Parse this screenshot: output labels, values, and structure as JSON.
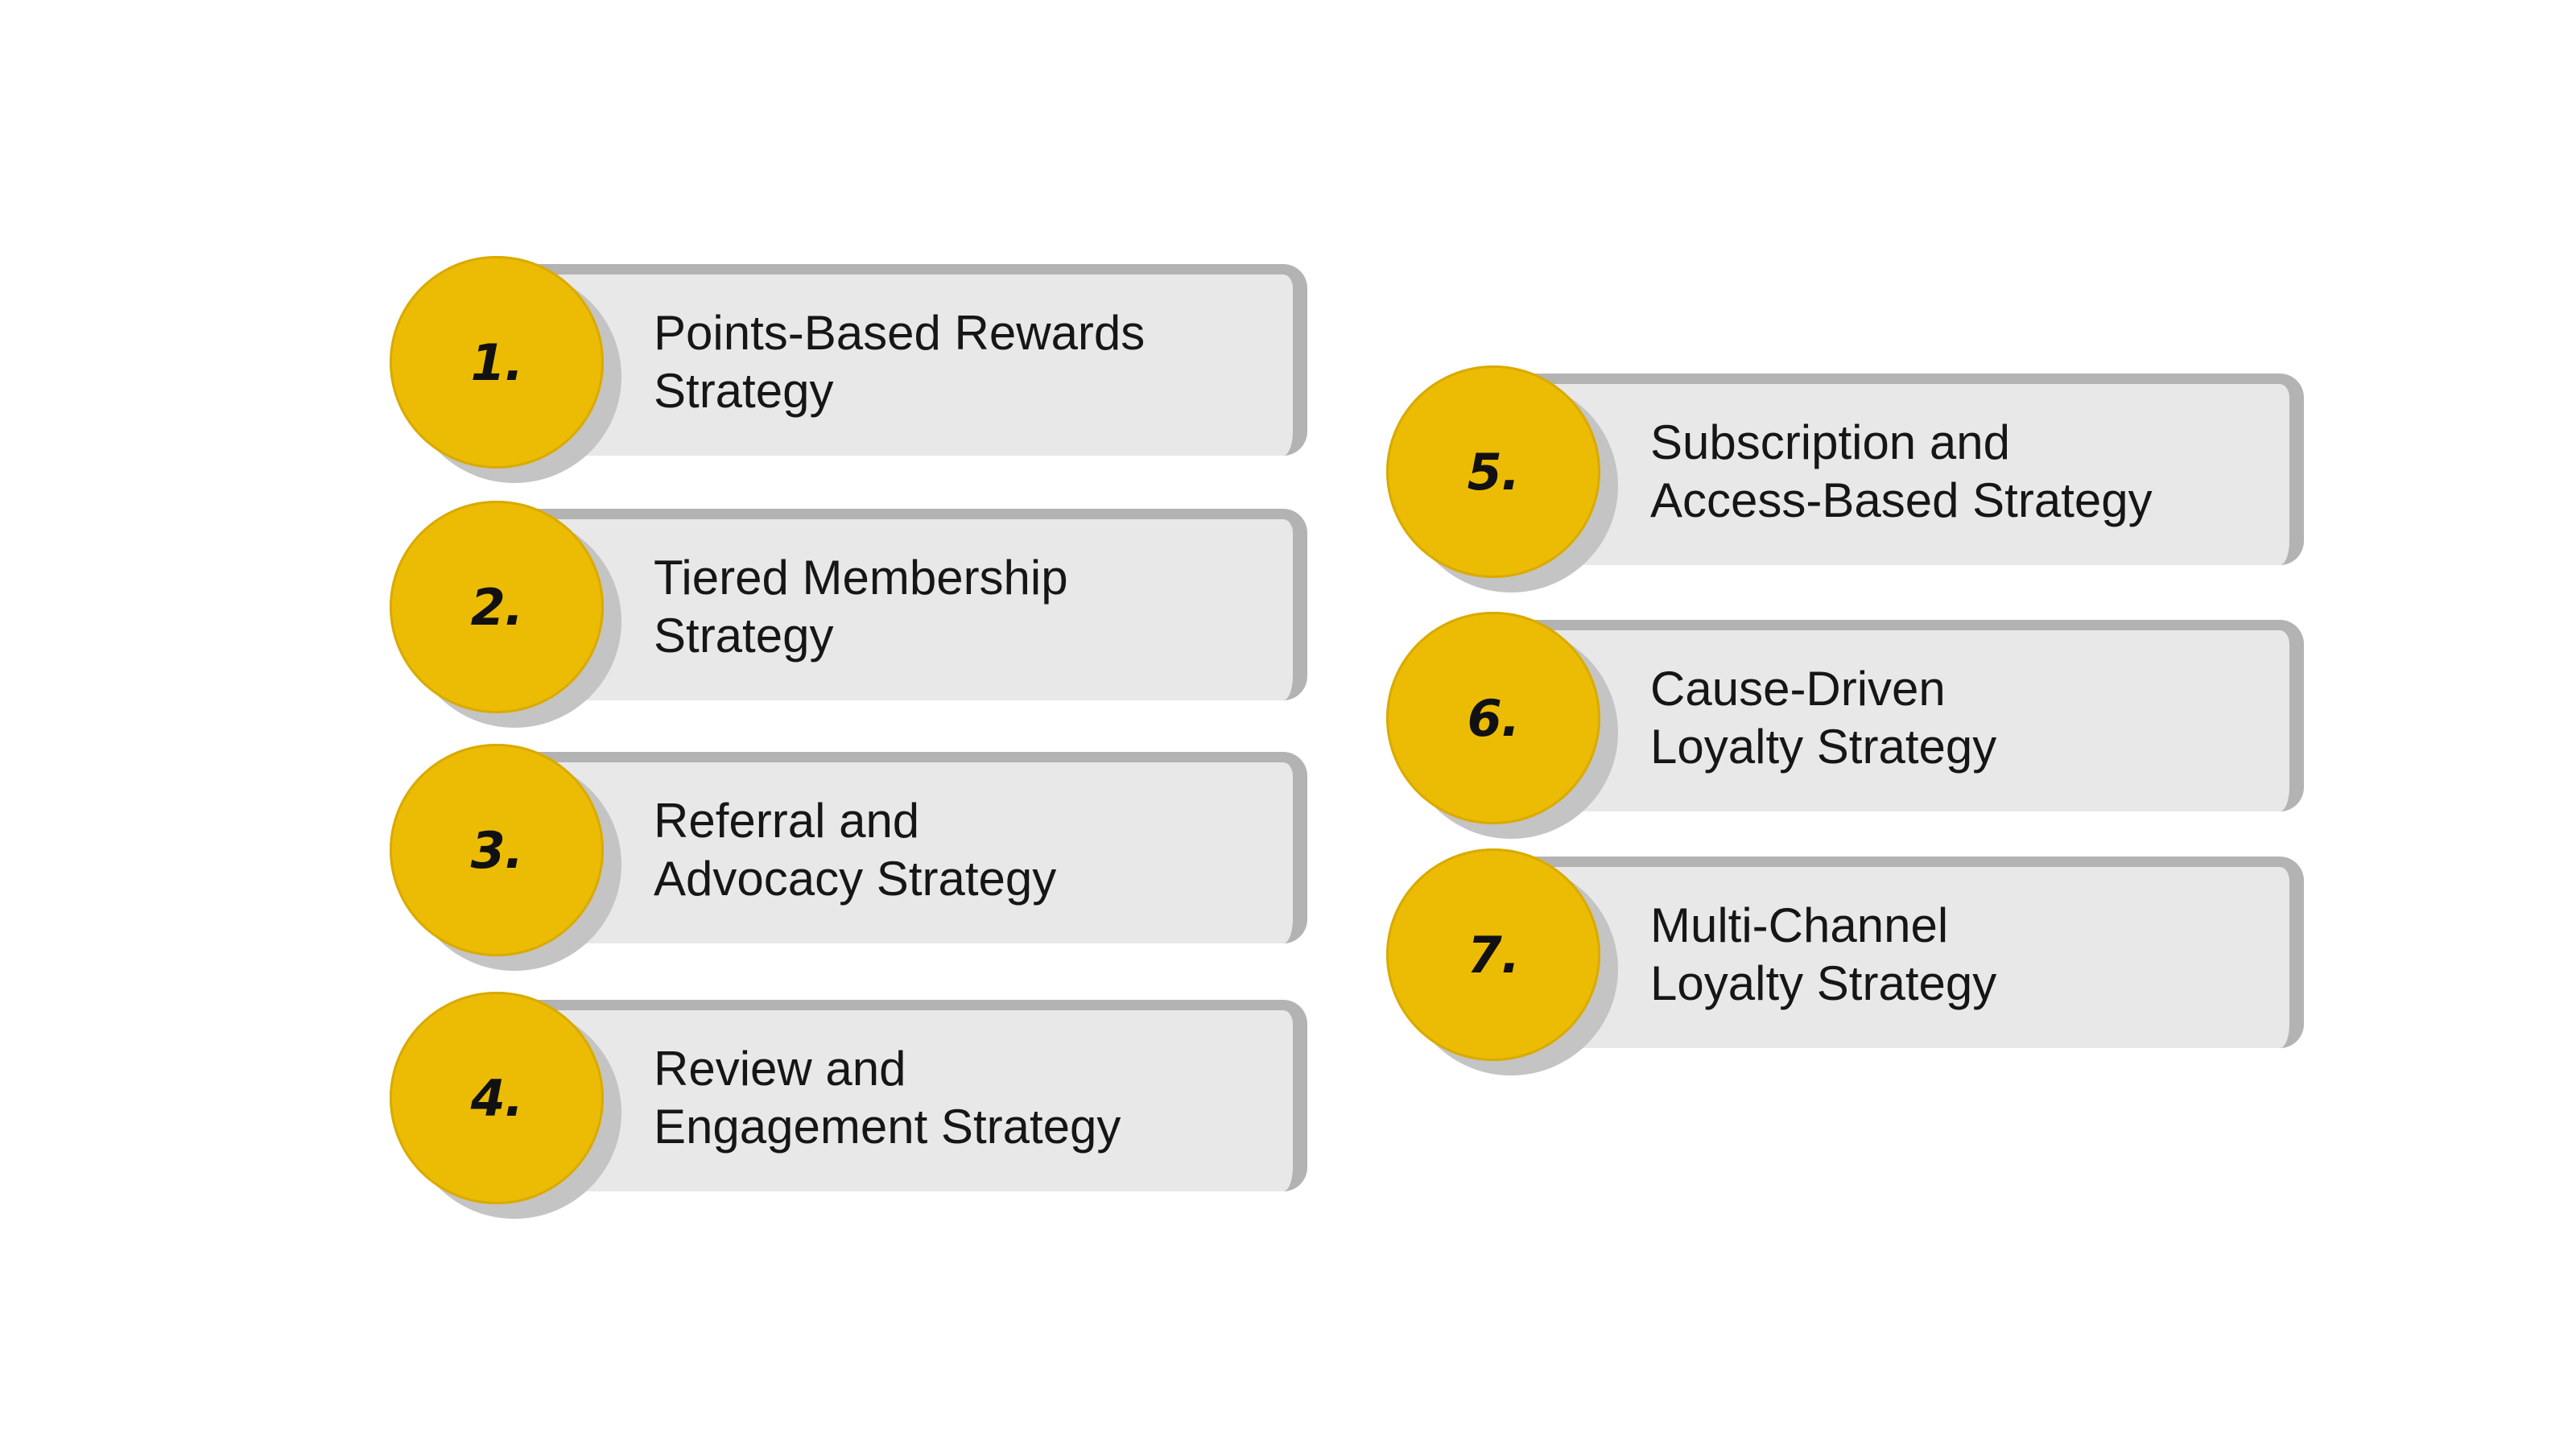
{
  "strategies": [
    {
      "number": "1.",
      "line1": "Points-Based Rewards",
      "line2": "Strategy"
    },
    {
      "number": "2.",
      "line1": "Tiered Membership",
      "line2": "Strategy"
    },
    {
      "number": "3.",
      "line1": "Referral and",
      "line2": "Advocacy Strategy"
    },
    {
      "number": "4.",
      "line1": "Review and",
      "line2": "Engagement Strategy"
    },
    {
      "number": "5.",
      "line1": "Subscription and",
      "line2": "Access-Based Strategy"
    },
    {
      "number": "6.",
      "line1": "Cause-Driven",
      "line2": "Loyalty Strategy"
    },
    {
      "number": "7.",
      "line1": "Multi-Channel",
      "line2": "Loyalty Strategy"
    }
  ],
  "colors": {
    "circle": "#ecbc04",
    "bar": "#e8e8e8",
    "bar_edge": "#b3b3b3"
  }
}
